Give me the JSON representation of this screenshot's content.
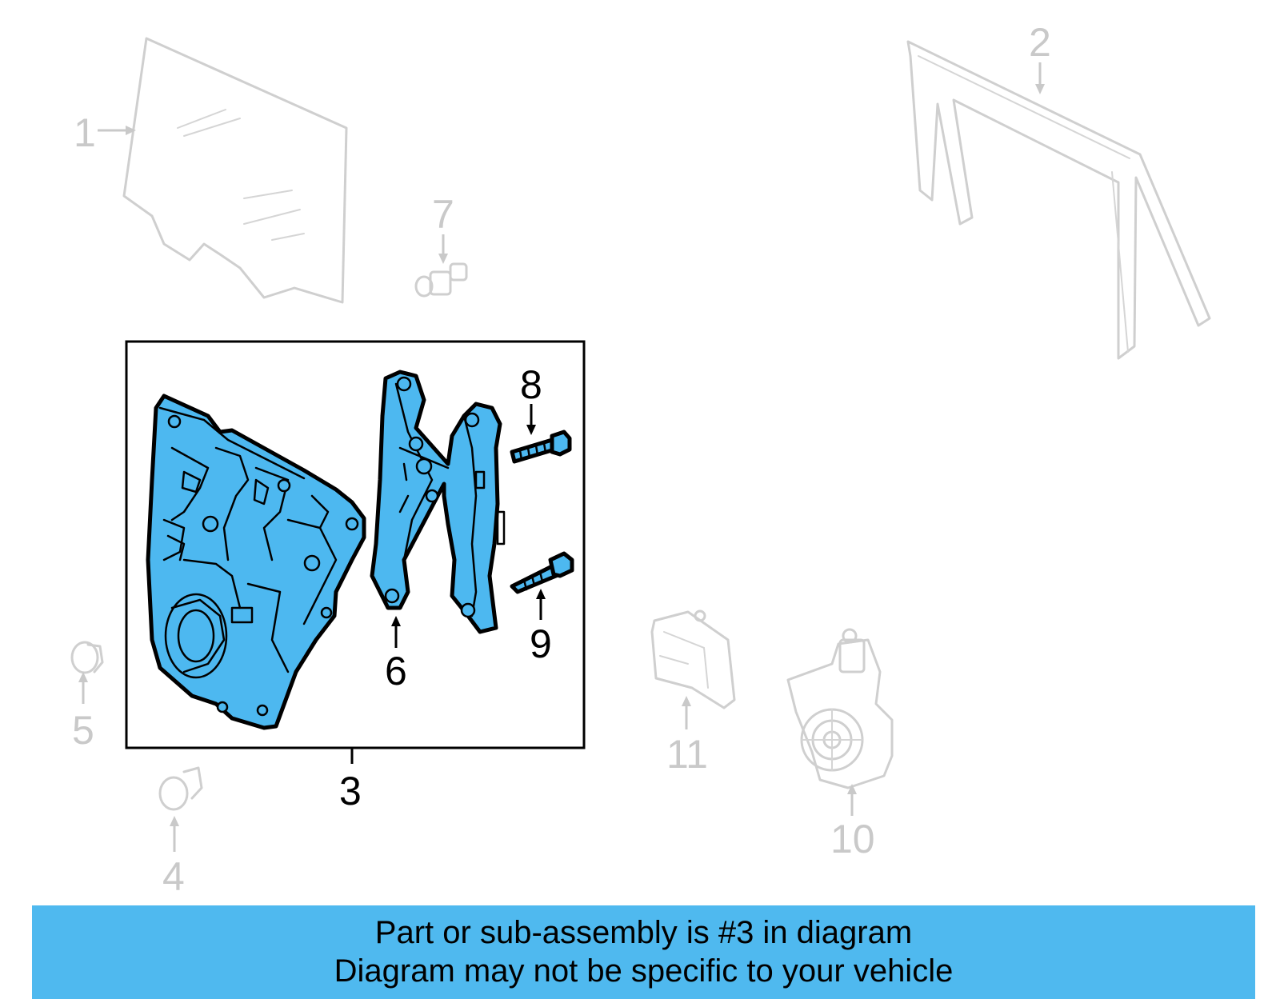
{
  "callouts": {
    "c1": "1",
    "c2": "2",
    "c3": "3",
    "c4": "4",
    "c5": "5",
    "c6": "6",
    "c7": "7",
    "c8": "8",
    "c9": "9",
    "c10": "10",
    "c11": "11"
  },
  "highlighted_part": "3",
  "colors": {
    "highlight": "#4db8f0",
    "banner": "#4fb9ef",
    "dimmed": "#c9c9c9"
  },
  "banner": {
    "line1": "Part or sub-assembly is #3 in diagram",
    "line2": "Diagram may not be specific to your vehicle"
  }
}
